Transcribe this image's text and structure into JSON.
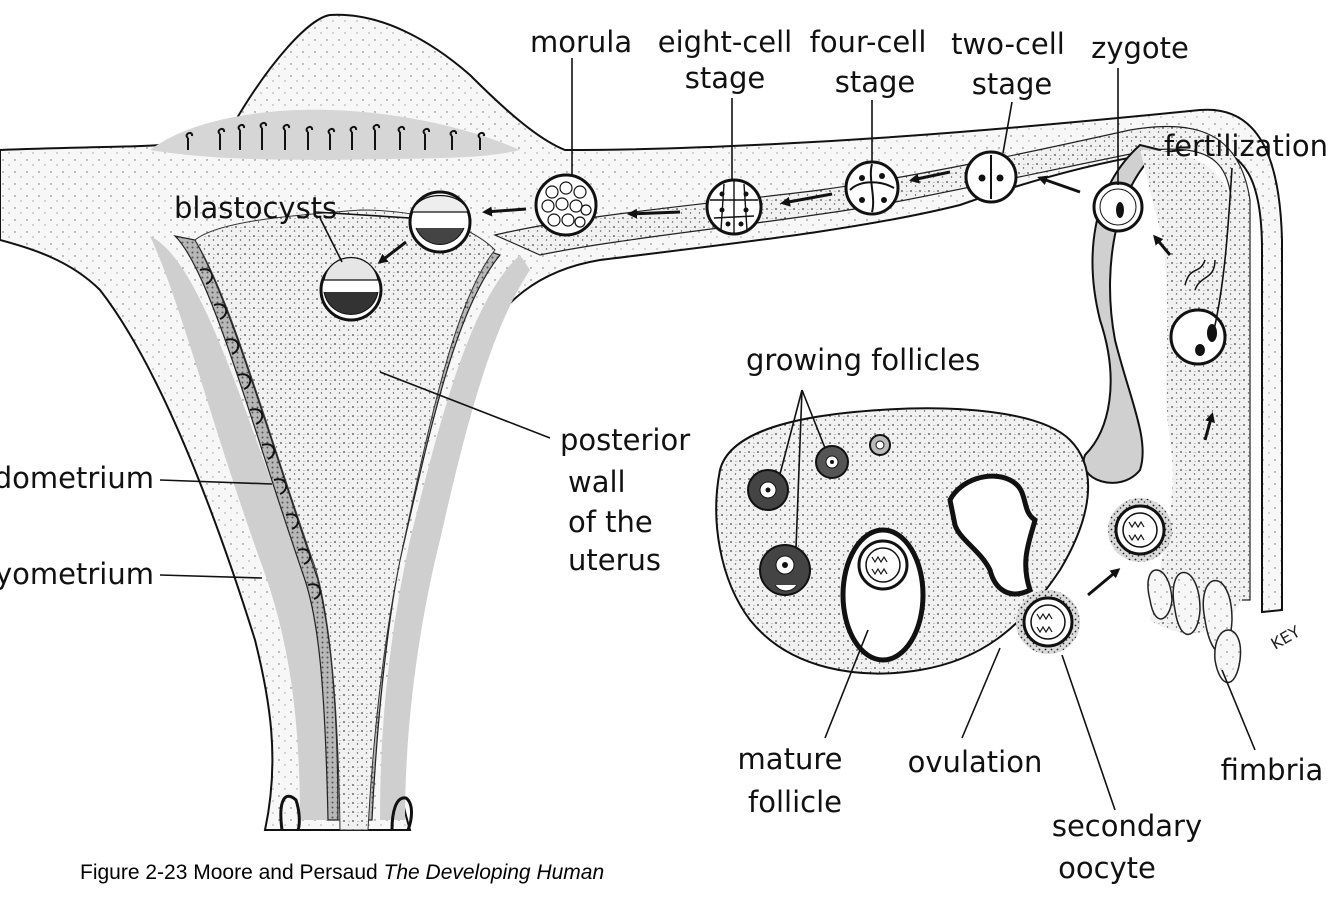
{
  "labels": {
    "morula": "morula",
    "eight_cell": [
      "eight-cell",
      "stage"
    ],
    "four_cell": [
      "four-cell",
      "stage"
    ],
    "two_cell": [
      "two-cell",
      "stage"
    ],
    "zygote": "zygote",
    "fertilization": "fertilization",
    "blastocysts": "blastocysts",
    "growing_follicles": "growing follicles",
    "posterior_wall": [
      "posterior",
      "wall",
      "of the",
      "uterus"
    ],
    "endometrium": "endometrium",
    "myometrium": "myometrium",
    "mature_follicle": [
      "mature",
      "follicle"
    ],
    "ovulation": "ovulation",
    "secondary_oocyte": [
      "secondary",
      "oocyte"
    ],
    "fimbria": "fimbria",
    "artist_signature": "KEY"
  },
  "caption": {
    "prefix": "Figure 2-23 Moore and Persaud ",
    "title": "The Developing Human"
  }
}
